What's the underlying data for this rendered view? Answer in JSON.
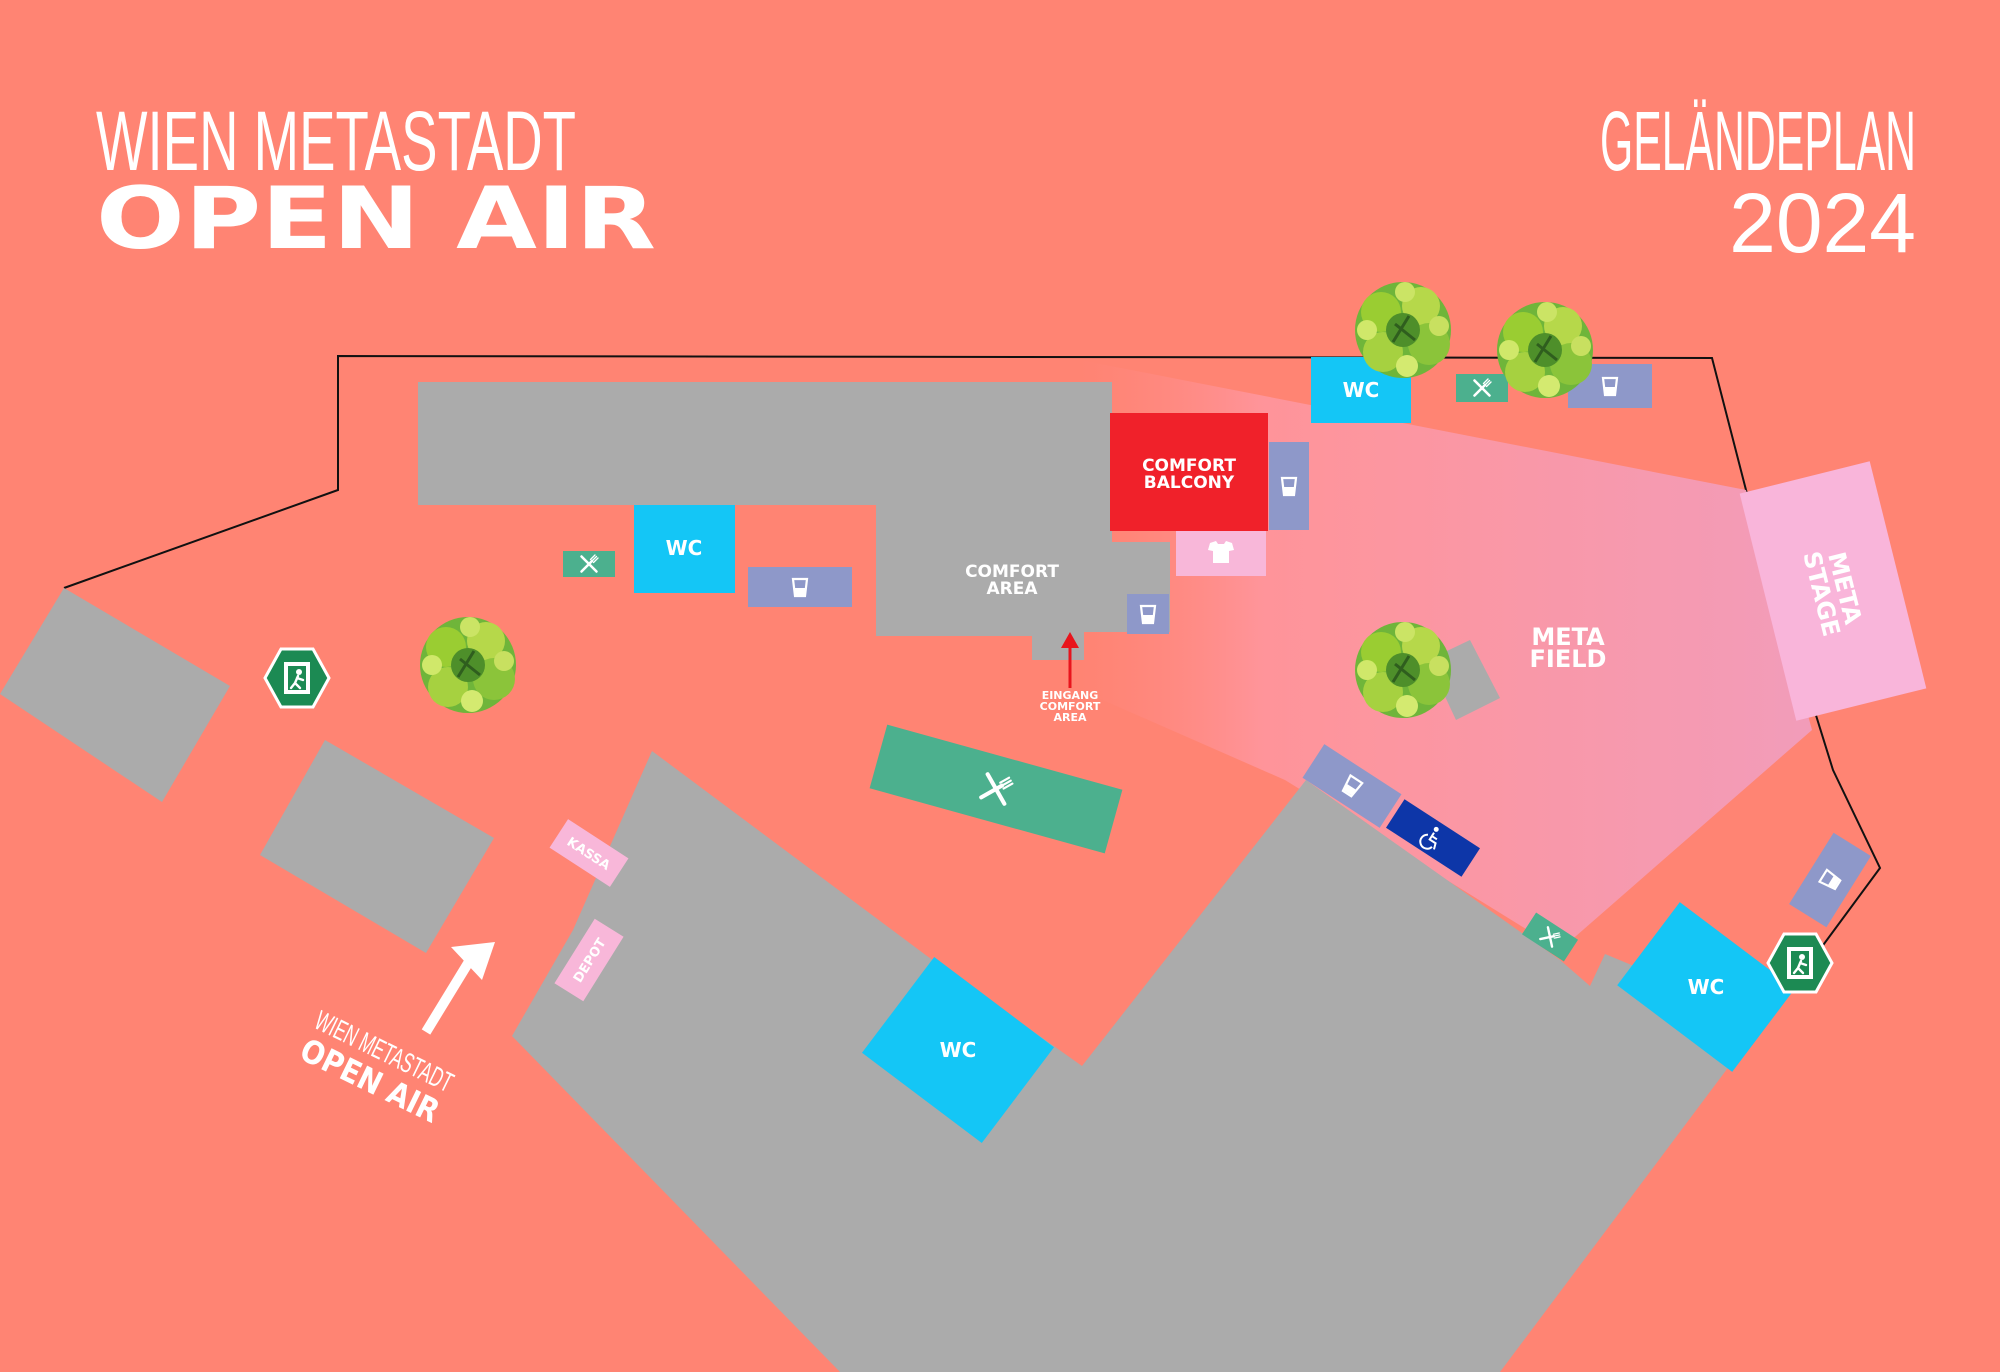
{
  "header": {
    "title_line1": "WIEN METASTADT",
    "title_line2": "OPEN AIR",
    "plan_line1": "GELÄNDEPLAN",
    "plan_line2": "2024"
  },
  "labels": {
    "wc": "WC",
    "comfort_balcony_1": "COMFORT",
    "comfort_balcony_2": "BALCONY",
    "comfort_area_1": "COMFORT",
    "comfort_area_2": "AREA",
    "eingang_1": "EINGANG",
    "eingang_2": "COMFORT",
    "eingang_3": "AREA",
    "meta_field_1": "META",
    "meta_field_2": "FIELD",
    "meta_stage_1": "META",
    "meta_stage_2": "STAGE",
    "kassa": "KASSA",
    "depot": "DEPOT",
    "entrance_1": "WIEN METASTADT",
    "entrance_2": "OPEN AIR"
  },
  "legend_icons": [
    "wc",
    "drinks-icon",
    "food-icon",
    "merch-icon",
    "accessible-icon",
    "emergency-exit-icon",
    "tree-icon"
  ],
  "colors": {
    "background": "#FF8473",
    "building": "#ABABAB",
    "wc": "#14C6F6",
    "drinks": "#8E98C9",
    "food": "#4CB08E",
    "comfort_balcony": "#F0212A",
    "merch": "#F8B7D9",
    "stage": "#F9B5DA",
    "accessible": "#0D36A8",
    "exit": "#1C8A53"
  }
}
